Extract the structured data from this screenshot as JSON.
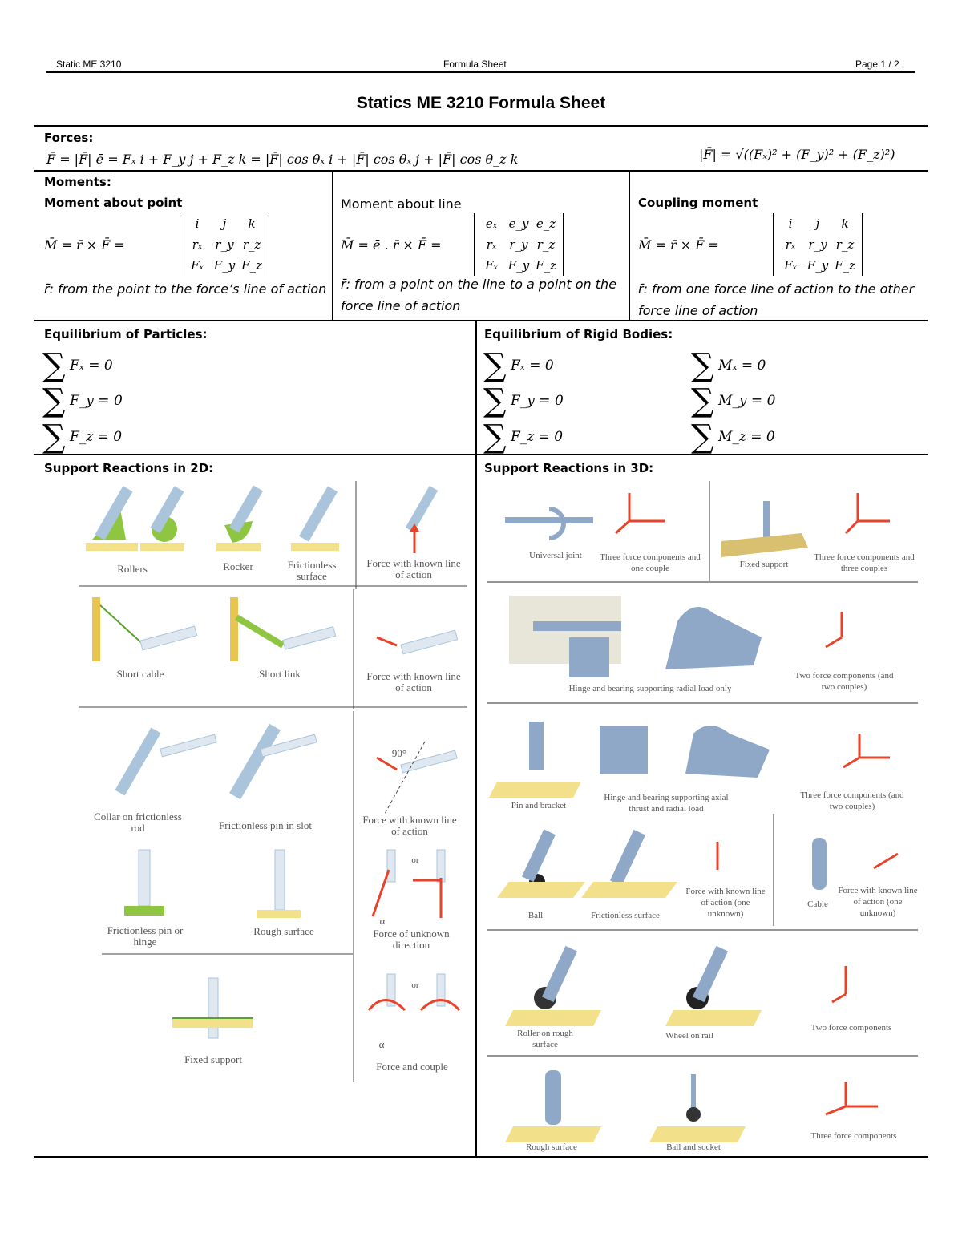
{
  "header": {
    "left": "Static ME 3210",
    "center": "Formula Sheet",
    "right": "Page 1 / 2"
  },
  "title": "Statics ME 3210 Formula Sheet",
  "forces": {
    "label": "Forces:",
    "formula": "F̄ = |F̄| ē = Fₓ i + F_y j +  F_z k =  |F̄|  cos θₓ  i + |F̄|  cos θₓ  j + |F̄|  cos θ_z  k",
    "magnitude": "|F̄| =  √((Fₓ)² + (F_y)² + (F_z)²)"
  },
  "moments": {
    "label": "Moments:",
    "point": {
      "title": "Moment about point",
      "formula": "M̄ = r̄ × F̄     =",
      "matrix": [
        "i",
        "j",
        "k",
        "rₓ",
        "r_y",
        "r_z",
        "Fₓ",
        "F_y",
        "F_z"
      ],
      "note": "r̄: from the point to the force’s line of action"
    },
    "line": {
      "title": "Moment about line",
      "formula": "M̄ = ē . r̄ × F̄ =",
      "matrix": [
        "eₓ",
        "e_y",
        "e_z",
        "rₓ",
        "r_y",
        "r_z",
        "Fₓ",
        "F_y",
        "F_z"
      ],
      "note": "r̄: from a point on the line to a point on the force line of action"
    },
    "couple": {
      "title": "Coupling moment",
      "formula": "M̄ = r̄ × F̄     =",
      "matrix": [
        "i",
        "j",
        "k",
        "rₓ",
        "r_y",
        "r_z",
        "Fₓ",
        "F_y",
        "F_z"
      ],
      "note": "r̄: from one force line of action to the other force line of action"
    }
  },
  "equilibrium": {
    "particles": {
      "label": "Equilibrium of Particles:",
      "eqs": [
        "Fₓ = 0",
        "F_y = 0",
        "F_z = 0"
      ]
    },
    "rigid": {
      "label": "Equilibrium of Rigid Bodies:",
      "forces": [
        "Fₓ = 0",
        "F_y = 0",
        "F_z = 0"
      ],
      "moments": [
        "Mₓ = 0",
        "M_y = 0",
        "M_z = 0"
      ]
    },
    "sigma": "∑"
  },
  "support2d": {
    "label": "Support Reactions in 2D:",
    "captions": [
      "Rollers",
      "Rocker",
      "Frictionless surface",
      "Force with known line of action",
      "Short cable",
      "Short link",
      "Force with known line of action",
      "Collar on frictionless rod",
      "Frictionless pin in slot",
      "Force with known line of action",
      "Frictionless pin or hinge",
      "Rough surface",
      "Force of unknown direction",
      "Fixed support",
      "Force and couple"
    ],
    "marks": [
      "90°",
      "α",
      "or",
      "α",
      "or"
    ]
  },
  "support3d": {
    "label": "Support Reactions in 3D:",
    "captions": [
      "Universal joint",
      "Three force components and one couple",
      "Fixed support",
      "Three force components and three couples",
      "Hinge and bearing supporting radial load only",
      "Two force components (and two couples)",
      "Pin and bracket",
      "Hinge and bearing supporting axial thrust and radial load",
      "Three force components (and two couples)",
      "Ball",
      "Frictionless surface",
      "Force with known line of action (one unknown)",
      "Cable",
      "Force with known line of action (one unknown)",
      "Roller on rough surface",
      "Wheel on rail",
      "Two force components",
      "Rough surface",
      "Ball and socket",
      "Three force components"
    ]
  },
  "colors": {
    "reaction": "#e8432a",
    "support_ground": "#f2e08a",
    "member": "#aac4dc"
  }
}
